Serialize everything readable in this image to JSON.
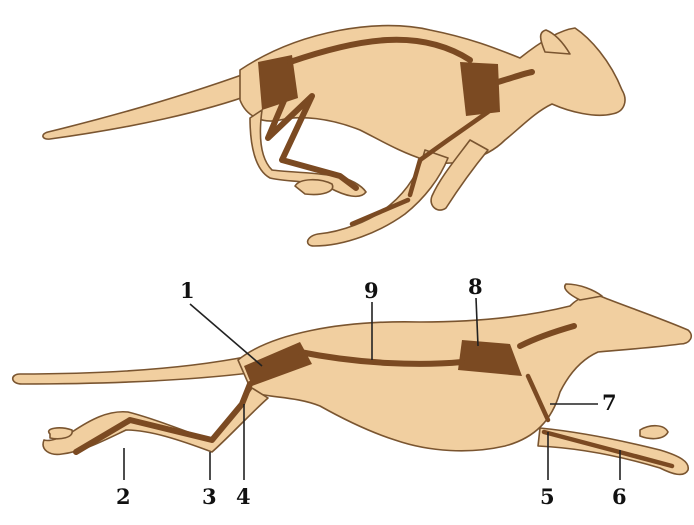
{
  "labels": {
    "l1": "1",
    "l2": "2",
    "l3": "3",
    "l4": "4",
    "l5": "5",
    "l6": "6",
    "l7": "7",
    "l8": "8",
    "l9": "9"
  },
  "colors": {
    "body": "#f1cfa0",
    "outline": "#7a5530",
    "skeleton": "#7b4a22",
    "labels": "#111111"
  }
}
